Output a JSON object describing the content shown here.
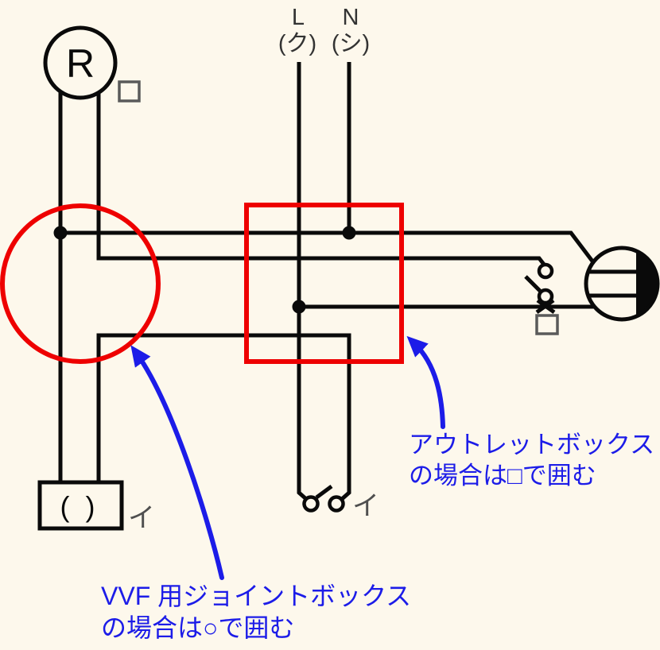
{
  "colors": {
    "background": "#fdf8ec",
    "wire_black": "#0a0a0a",
    "highlight_red": "#ee0000",
    "annotation_blue": "#1c1ce8",
    "label_gray": "#4f4f4f"
  },
  "power_source": {
    "l_label": "L",
    "l_wire_mark": "(ク)",
    "n_label": "N",
    "n_wire_mark": "(シ)"
  },
  "devices": {
    "lamp_receptacle": {
      "label": "R"
    },
    "ceiling_rosette": {
      "label": "( )",
      "circuit_mark": "イ"
    },
    "switch_bottom": {
      "circuit_mark": "イ"
    }
  },
  "annotations": {
    "outlet_box": {
      "line1": "アウトレットボックス",
      "line2": "の場合は□で囲む"
    },
    "joint_box": {
      "line1": "VVF 用ジョイントボックス",
      "line2": "の場合は○で囲む"
    }
  }
}
